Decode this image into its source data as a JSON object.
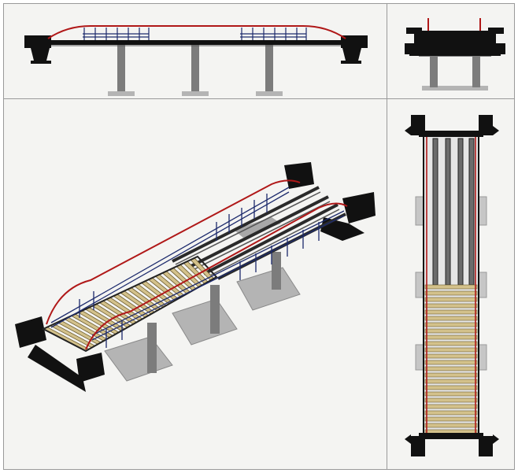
{
  "viewports": [
    {
      "id": "front",
      "view": "front-elevation"
    },
    {
      "id": "side",
      "view": "side-elevation"
    },
    {
      "id": "perspective",
      "view": "perspective"
    },
    {
      "id": "top",
      "view": "top-plan"
    }
  ],
  "colors": {
    "viewport_bg": "#f4f4f2",
    "border": "#9a9a9a",
    "abutment": "#111111",
    "pier": "#7c7c7c",
    "pier_light": "#a8a8a8",
    "footing": "#b4b4b4",
    "arch_rail": "#b01818",
    "handrail": "#1c2a6c",
    "deck": "#d3c18b",
    "deck_dark": "#6b5a2b",
    "beam": "#2a2a2a"
  },
  "icons": [
    "bridge-front-drawing",
    "bridge-side-drawing",
    "bridge-perspective-drawing",
    "bridge-plan-drawing"
  ]
}
